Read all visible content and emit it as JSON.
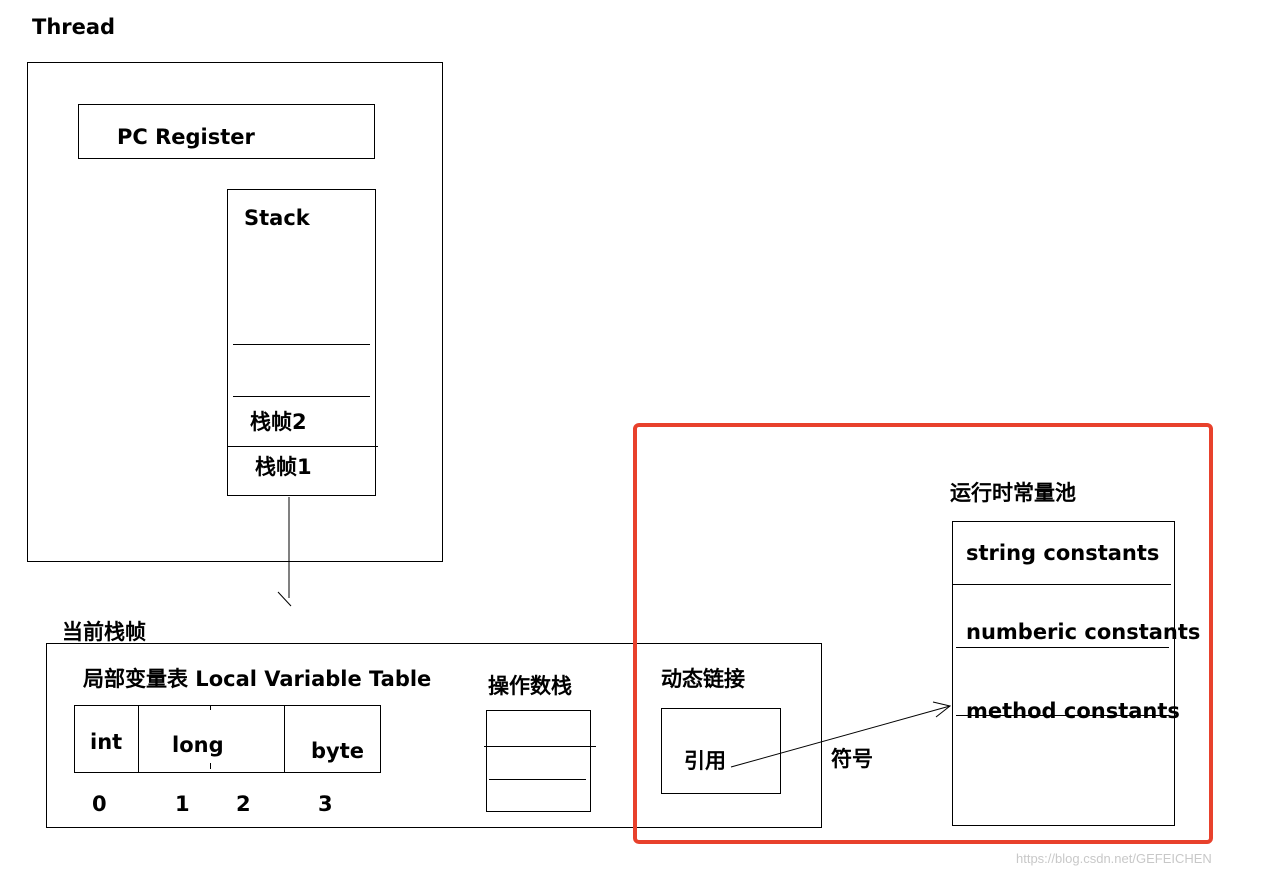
{
  "thread": {
    "title": "Thread",
    "pc_register": "PC Register",
    "stack": {
      "title": "Stack",
      "frames": [
        "栈帧2",
        "栈帧1"
      ]
    }
  },
  "current_frame": {
    "title": "当前栈帧",
    "local_variable_table": {
      "title": "局部变量表 Local Variable Table",
      "cells": [
        "int",
        "long",
        "byte"
      ],
      "indices": [
        "0",
        "1",
        "2",
        "3"
      ]
    },
    "operand_stack": {
      "title": "操作数栈"
    },
    "dynamic_linking": {
      "title": "动态链接",
      "reference": "引用",
      "symbol": "符号"
    }
  },
  "runtime_constant_pool": {
    "title": "运行时常量池",
    "items": [
      "string constants",
      "numberic constants",
      "method constants"
    ]
  },
  "highlight_color": "#e8412c",
  "watermark": "https://blog.csdn.net/GEFEICHEN"
}
